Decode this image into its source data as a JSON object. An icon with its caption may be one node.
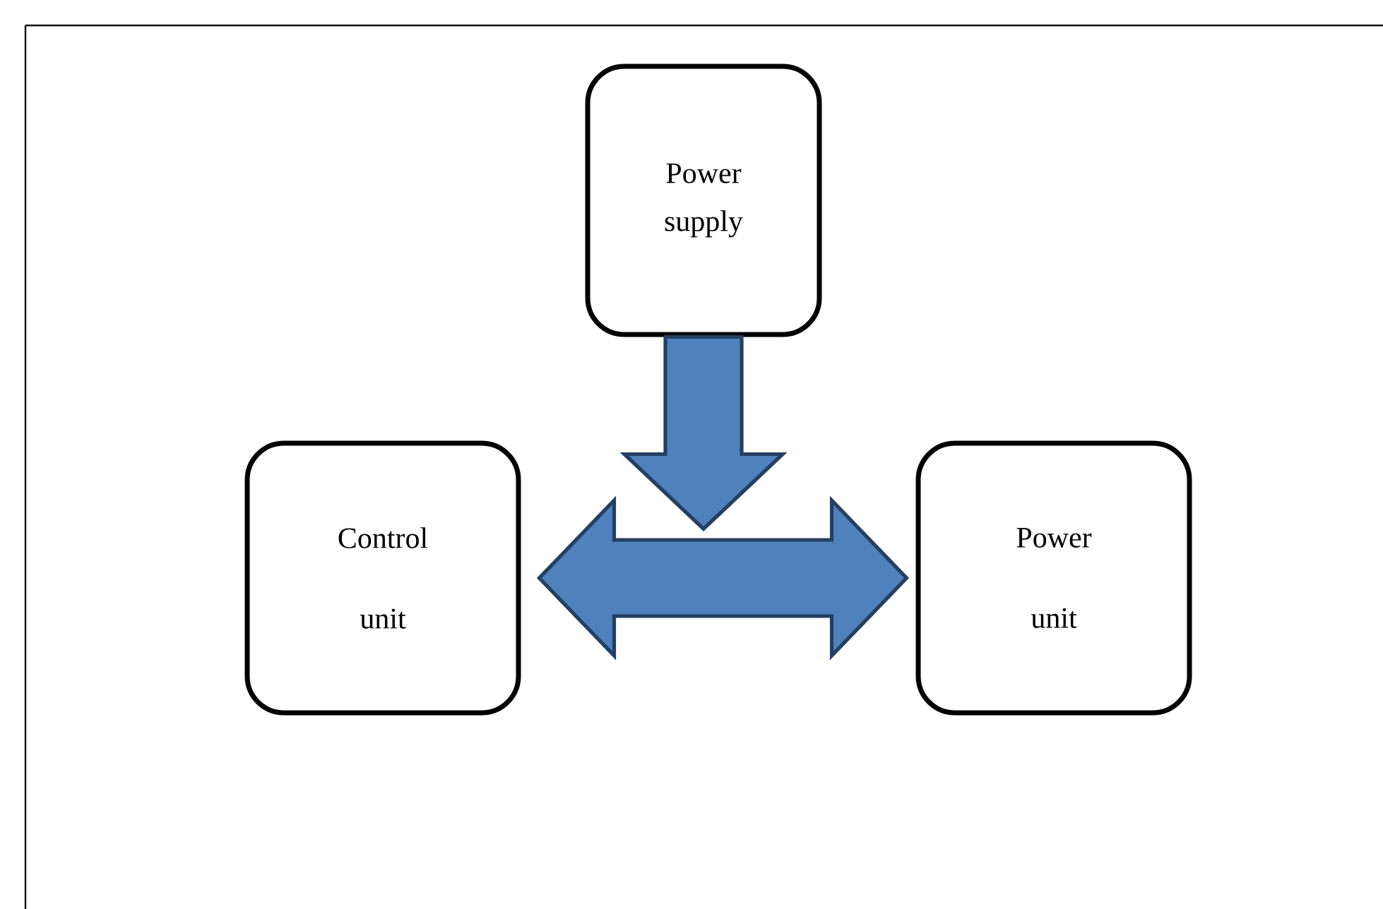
{
  "diagram": {
    "nodes": [
      {
        "text": [
          "Power supply"
        ]
      },
      {
        "text": [
          "Control unit"
        ]
      },
      {
        "text": [
          "Power unit"
        ]
      }
    ],
    "edges": [
      {
        "from": 1,
        "to": 2,
        "arrow": "both"
      },
      {
        "from": 0,
        "to": null,
        "arrow": "to"
      }
    ]
  }
}
